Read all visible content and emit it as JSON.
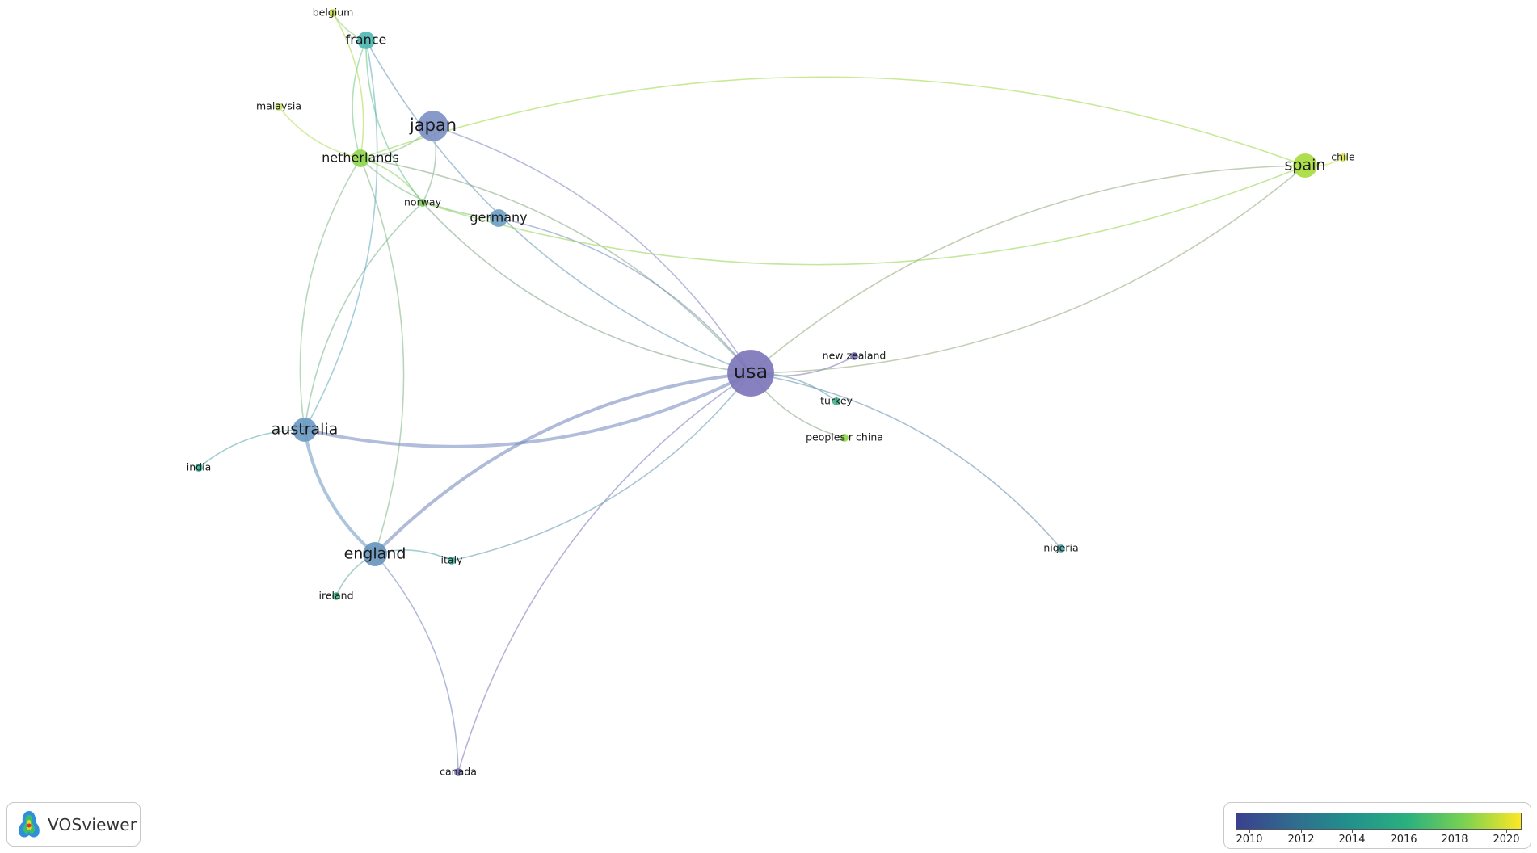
{
  "tool_name": "VOSviewer",
  "legend": {
    "labels": [
      "2010",
      "2012",
      "2014",
      "2016",
      "2018",
      "2020"
    ],
    "colors": [
      "#3b3f8f",
      "#2f6c8e",
      "#21918c",
      "#2ab07f",
      "#7ad151",
      "#fde725"
    ]
  },
  "network": {
    "nodes": [
      {
        "id": "usa",
        "label": "usa",
        "color": "#7a74b8",
        "size": "xl"
      },
      {
        "id": "japan",
        "label": "japan",
        "color": "#7b8fc4",
        "size": "l"
      },
      {
        "id": "australia",
        "label": "australia",
        "color": "#6a98c2",
        "size": "m"
      },
      {
        "id": "england",
        "label": "england",
        "color": "#6694bb",
        "size": "m"
      },
      {
        "id": "spain",
        "label": "spain",
        "color": "#a6dc3c",
        "size": "m"
      },
      {
        "id": "netherlands",
        "label": "netherlands",
        "color": "#8fd64c",
        "size": "s"
      },
      {
        "id": "france",
        "label": "france",
        "color": "#4cb7b3",
        "size": "s"
      },
      {
        "id": "germany",
        "label": "germany",
        "color": "#6c9fc4",
        "size": "s"
      },
      {
        "id": "norway",
        "label": "norway",
        "color": "#7dcc55",
        "size": "xs"
      },
      {
        "id": "belgium",
        "label": "belgium",
        "color": "#c6e03a",
        "size": "xs"
      },
      {
        "id": "malaysia",
        "label": "malaysia",
        "color": "#c9e26a",
        "size": "xs"
      },
      {
        "id": "chile",
        "label": "chile",
        "color": "#d8e24a",
        "size": "xs"
      },
      {
        "id": "new_zealand",
        "label": "new zealand",
        "color": "#7a74b8",
        "size": "xs"
      },
      {
        "id": "turkey",
        "label": "turkey",
        "color": "#3fb58a",
        "size": "xs"
      },
      {
        "id": "peoples_r_china",
        "label": "peoples r china",
        "color": "#8fd64c",
        "size": "xs"
      },
      {
        "id": "nigeria",
        "label": "nigeria",
        "color": "#47a6a8",
        "size": "xs"
      },
      {
        "id": "india",
        "label": "india",
        "color": "#35b293",
        "size": "xs"
      },
      {
        "id": "italy",
        "label": "italy",
        "color": "#45b8a2",
        "size": "xs"
      },
      {
        "id": "ireland",
        "label": "ireland",
        "color": "#4ec08c",
        "size": "xs"
      },
      {
        "id": "canada",
        "label": "canada",
        "color": "#7a74b8",
        "size": "xs"
      }
    ],
    "edges": [
      [
        "usa",
        "japan"
      ],
      [
        "usa",
        "australia"
      ],
      [
        "usa",
        "england"
      ],
      [
        "usa",
        "spain"
      ],
      [
        "usa",
        "netherlands"
      ],
      [
        "usa",
        "france"
      ],
      [
        "usa",
        "germany"
      ],
      [
        "usa",
        "norway"
      ],
      [
        "usa",
        "new_zealand"
      ],
      [
        "usa",
        "turkey"
      ],
      [
        "usa",
        "peoples_r_china"
      ],
      [
        "usa",
        "nigeria"
      ],
      [
        "usa",
        "canada"
      ],
      [
        "usa",
        "italy"
      ],
      [
        "australia",
        "england"
      ],
      [
        "australia",
        "netherlands"
      ],
      [
        "australia",
        "india"
      ],
      [
        "australia",
        "norway"
      ],
      [
        "australia",
        "france"
      ],
      [
        "england",
        "italy"
      ],
      [
        "england",
        "ireland"
      ],
      [
        "england",
        "canada"
      ],
      [
        "england",
        "netherlands"
      ],
      [
        "netherlands",
        "france"
      ],
      [
        "netherlands",
        "belgium"
      ],
      [
        "netherlands",
        "malaysia"
      ],
      [
        "netherlands",
        "japan"
      ],
      [
        "netherlands",
        "norway"
      ],
      [
        "netherlands",
        "germany"
      ],
      [
        "france",
        "belgium"
      ],
      [
        "france",
        "norway"
      ],
      [
        "japan",
        "norway"
      ],
      [
        "spain",
        "chile"
      ],
      [
        "spain",
        "norway"
      ],
      [
        "spain",
        "netherlands"
      ],
      [
        "spain",
        "usa"
      ]
    ]
  }
}
